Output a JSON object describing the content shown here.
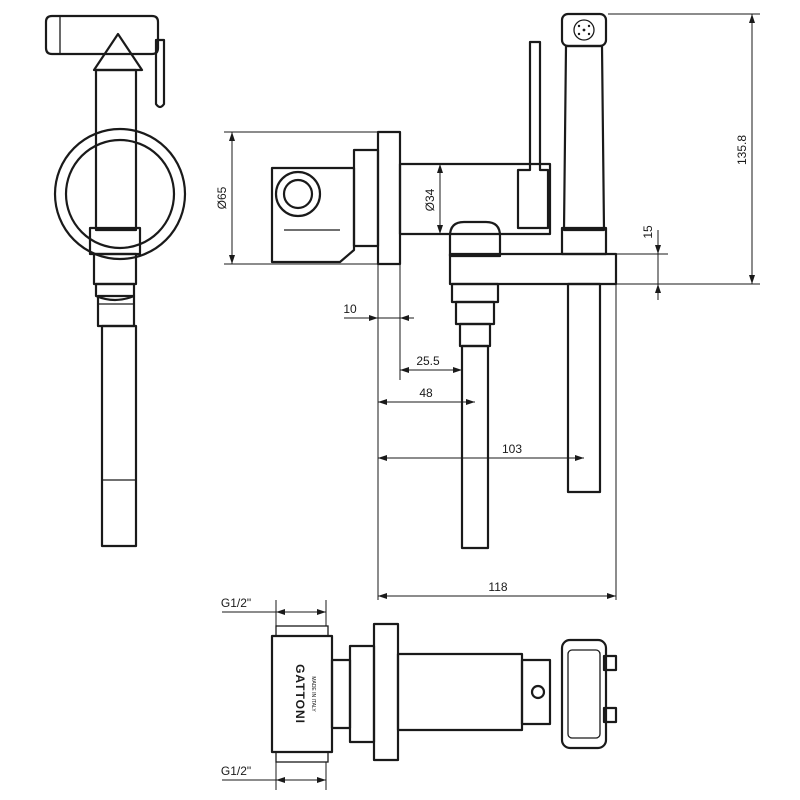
{
  "dimensions": {
    "d65": "Ø65",
    "d34": "Ø34",
    "h135_8": "135.8",
    "h15": "15",
    "w10": "10",
    "w25_5": "25.5",
    "w48": "48",
    "w103": "103",
    "w118": "118",
    "thread_top": "G1/2\"",
    "thread_bottom": "G1/2\""
  },
  "body_marking": {
    "brand": "GATTONI",
    "origin": "MADE IN ITALY"
  }
}
